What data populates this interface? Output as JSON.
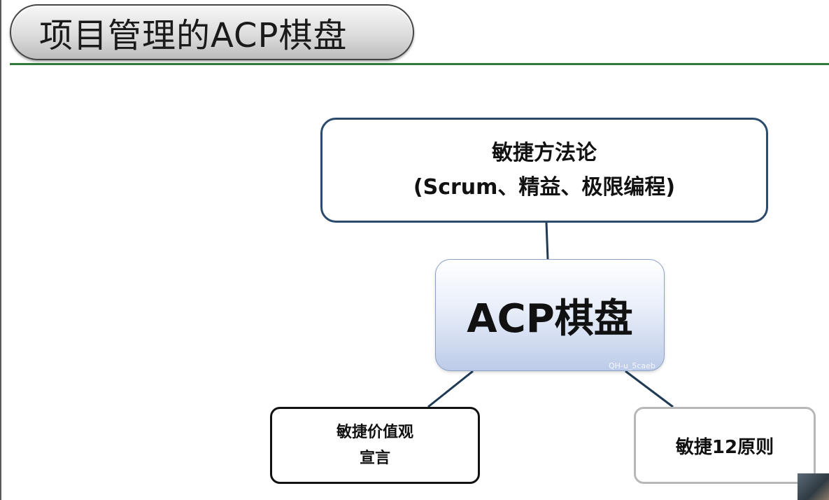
{
  "slide": {
    "title": "项目管理的ACP棋盘"
  },
  "diagram": {
    "top_box": {
      "line1": "敏捷方法论",
      "line2": "(Scrum、精益、极限编程)"
    },
    "center_box": {
      "label": "ACP棋盘",
      "watermark": "QH-u_5caeb"
    },
    "left_box": {
      "line1": "敏捷价值观",
      "line2": "宣言"
    },
    "right_box": {
      "label": "敏捷12原则"
    }
  },
  "colors": {
    "title_rule": "#2f7a3a",
    "top_box_border": "#2c4a6b",
    "connector": "#1f3a55",
    "center_box_fill": "#bccbe8",
    "right_box_border": "#b8b8b8"
  }
}
